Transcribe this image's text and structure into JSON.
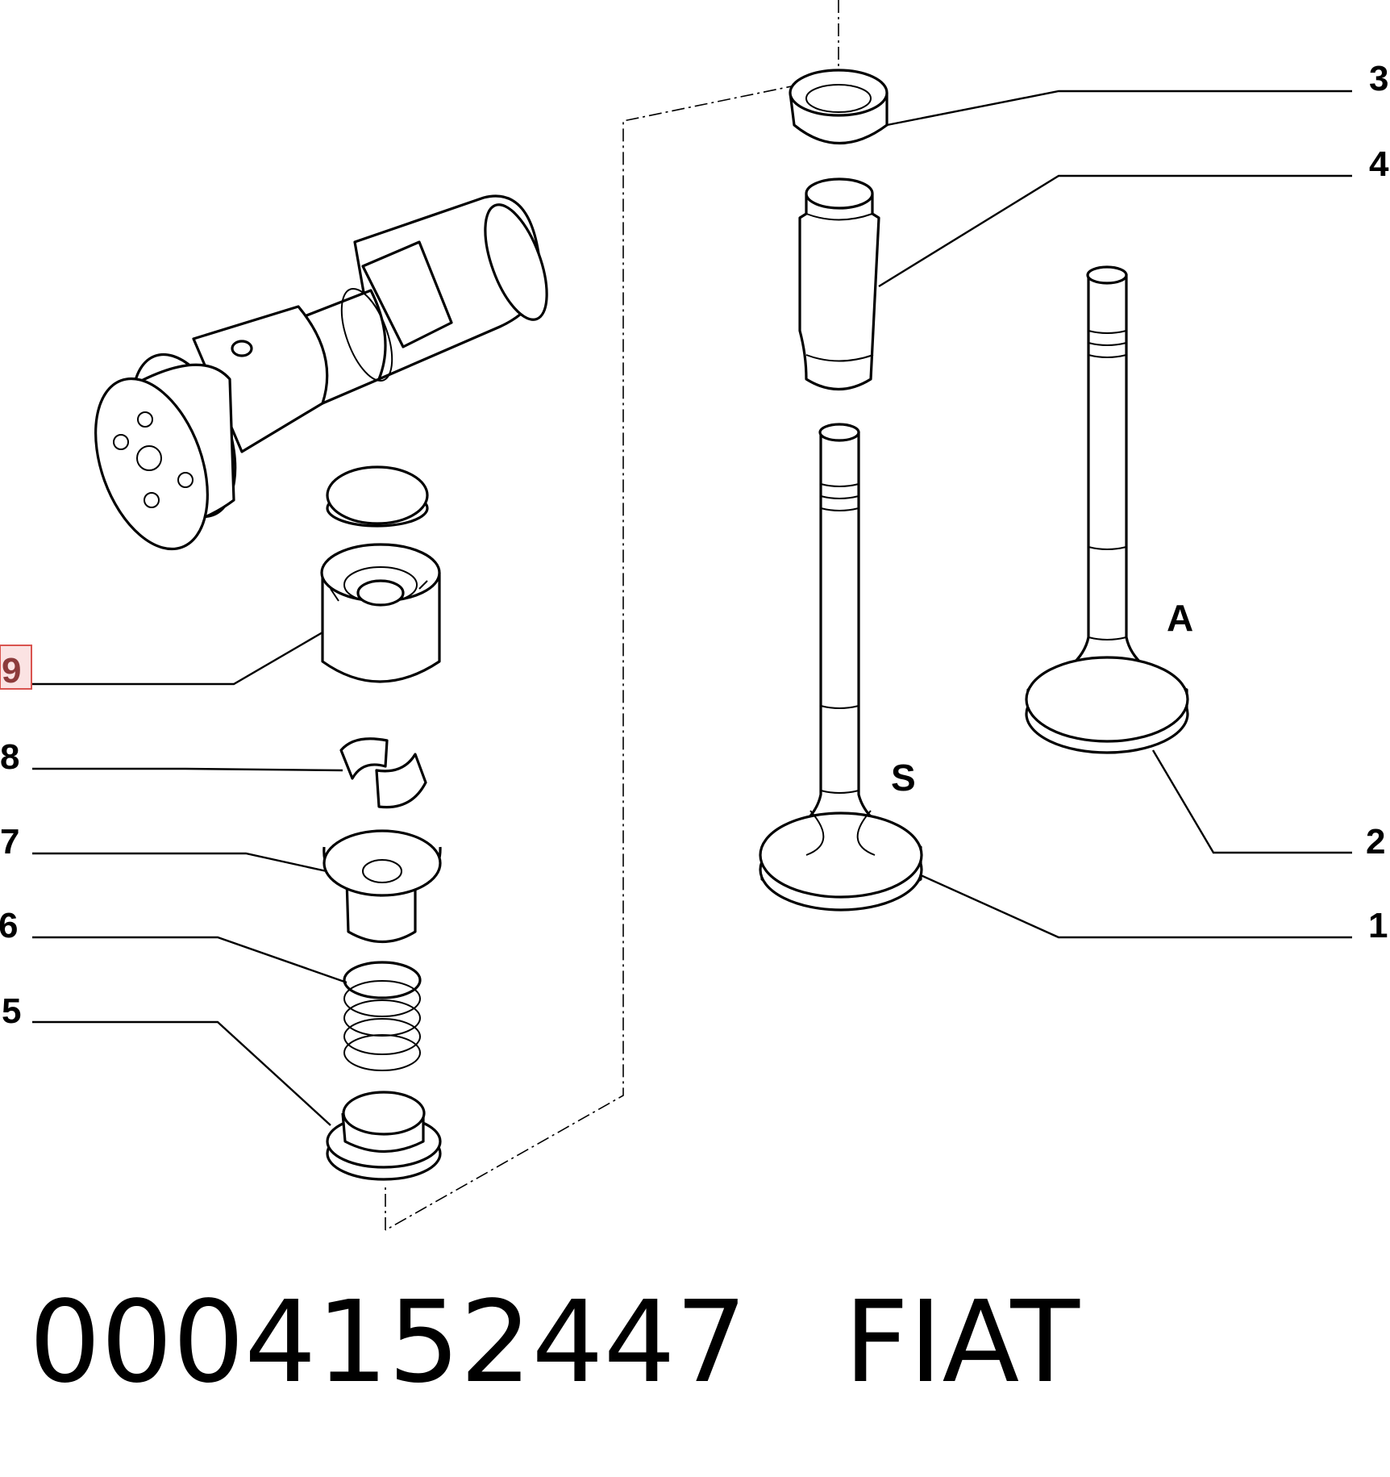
{
  "callouts": {
    "n1": "1",
    "n2": "2",
    "n3": "3",
    "n4": "4",
    "n5": "5",
    "n6": "6",
    "n7": "7",
    "n8": "8",
    "n9": "9"
  },
  "variants": {
    "exhaust": "S",
    "intake": "A"
  },
  "footer": {
    "part_number": "0004152447",
    "brand": "FIAT"
  },
  "colors": {
    "highlight_fill": "#fbe3e3",
    "highlight_stroke": "#d9534f"
  }
}
